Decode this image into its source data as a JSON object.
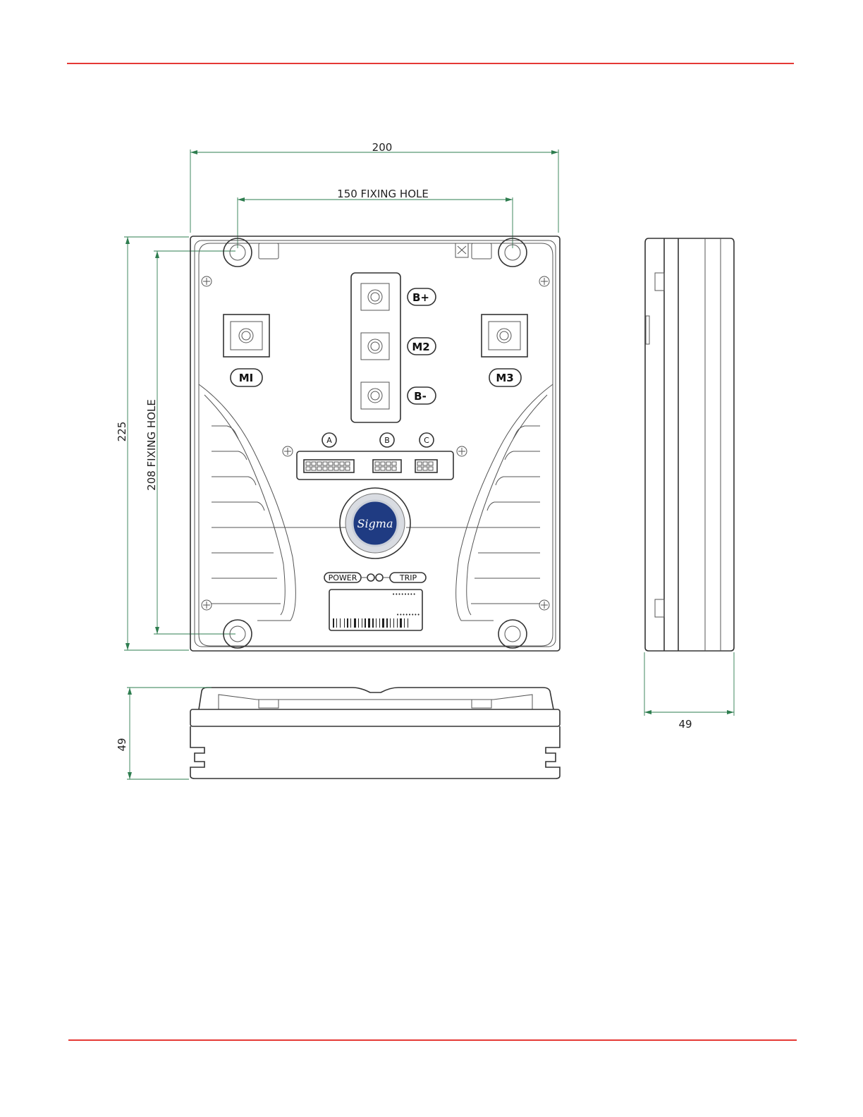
{
  "colors": {
    "rule": "#e53935",
    "dimension": "#2e7d4f",
    "logo": "#1f3b82"
  },
  "dimensions": {
    "width": "200",
    "fixing_width": "150 FIXING HOLE",
    "height": "225",
    "fixing_height": "208 FIXING HOLE",
    "depth_front": "49",
    "depth_side": "49"
  },
  "terminals": {
    "b_plus": "B+",
    "m2": "M2",
    "b_minus": "B-",
    "m1": "MI",
    "m3": "M3"
  },
  "connectors": {
    "a": "A",
    "b": "B",
    "c": "C"
  },
  "indicators": {
    "power": "POWER",
    "trip": "TRIP"
  },
  "logo": {
    "text": "Sigma"
  },
  "label_plate": {
    "line1": "••••••••",
    "line2": "••••••••"
  }
}
